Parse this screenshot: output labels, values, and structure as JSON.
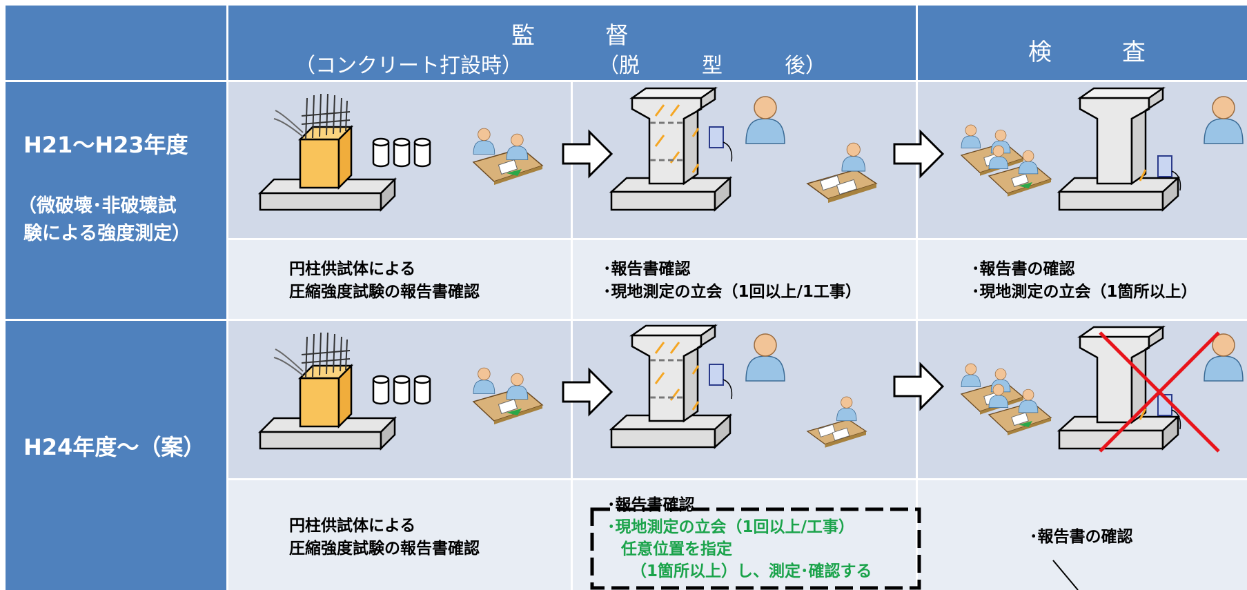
{
  "header": {
    "supervision_title": "監　　　督",
    "supervision_sub1": "（コンクリート打設時）",
    "supervision_sub2": "（脱　　　型　　　後）",
    "inspection_title": "検　　　査"
  },
  "rows": [
    {
      "label": "H21～H23年度",
      "note_line1": "（微破壊･非破壊試",
      "note_line2": "験による強度測定）",
      "col1_line1": "円柱供試体による",
      "col1_line2": "圧縮強度試験の報告書確認",
      "col2_line1": "･報告書確認",
      "col2_line2": "･現地測定の立会（1回以上/1工事）",
      "col3_line1": "･報告書の確認",
      "col3_line2": "･現地測定の立会（1箇所以上）"
    },
    {
      "label": "H24年度～（案）",
      "col1_line1": "円柱供試体による",
      "col1_line2": "圧縮強度試験の報告書確認",
      "col2_line1": "･報告書確認",
      "col2_green1": "･現地測定の立会（1回以上/工事）",
      "col2_green2": "任意位置を指定",
      "col2_green3": "（1箇所以上）し、測定･確認する",
      "col3_line1": "･報告書の確認"
    }
  ],
  "colors": {
    "header_bg": "#4f81bd",
    "picture_bg": "#d1d9e8",
    "text_bg": "#e8edf4",
    "accent_green": "#1aa34a",
    "cross_red": "#e8141b",
    "rebar_cage_fill": "#f9c35a",
    "worker_blue": "#9ac4e6"
  }
}
